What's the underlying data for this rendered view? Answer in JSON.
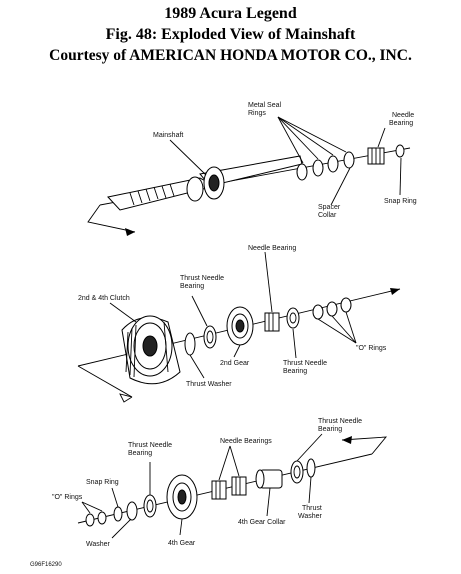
{
  "header": {
    "line1": "1989 Acura Legend",
    "line2": "Fig. 48: Exploded View of Mainshaft",
    "line3": "Courtesy of AMERICAN HONDA MOTOR CO., INC."
  },
  "labels": {
    "mainshaft": "Mainshaft",
    "metal_seal_rings_1": "Metal Seal",
    "metal_seal_rings_2": "Rings",
    "needle_bearing_top_1": "Needle",
    "needle_bearing_top_2": "Bearing",
    "spacer_collar_1": "Spacer",
    "spacer_collar_2": "Collar",
    "snap_ring_top": "Snap Ring",
    "needle_bearing_mid": "Needle Bearing",
    "thrust_needle_bearing_mid_left_1": "Thrust Needle",
    "thrust_needle_bearing_mid_left_2": "Bearing",
    "clutch_2nd_4th": "2nd & 4th Clutch",
    "gear_2nd": "2nd Gear",
    "thrust_needle_bearing_mid_right_1": "Thrust Needle",
    "thrust_needle_bearing_mid_right_2": "Bearing",
    "o_rings_mid": "\"O\" Rings",
    "thrust_washer_mid": "Thrust Washer",
    "thrust_needle_bearing_bot_right_1": "Thrust Needle",
    "thrust_needle_bearing_bot_right_2": "Bearing",
    "needle_bearings_bot": "Needle Bearings",
    "thrust_needle_bearing_bot_left_1": "Thrust Needle",
    "thrust_needle_bearing_bot_left_2": "Bearing",
    "snap_ring_bot": "Snap Ring",
    "o_rings_bot": "\"O\" Rings",
    "washer_bot": "Washer",
    "gear_4th": "4th Gear",
    "gear_collar_4th": "4th Gear Collar",
    "thrust_washer_bot_1": "Thrust",
    "thrust_washer_bot_2": "Washer",
    "figure_code": "G96F16290"
  }
}
